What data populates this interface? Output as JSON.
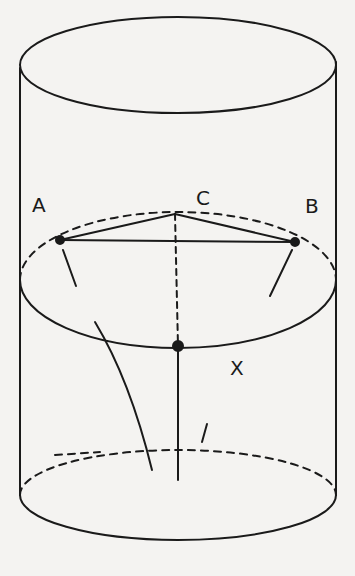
{
  "diagram": {
    "labels": [
      "A",
      "C",
      "B",
      "X"
    ]
  }
}
